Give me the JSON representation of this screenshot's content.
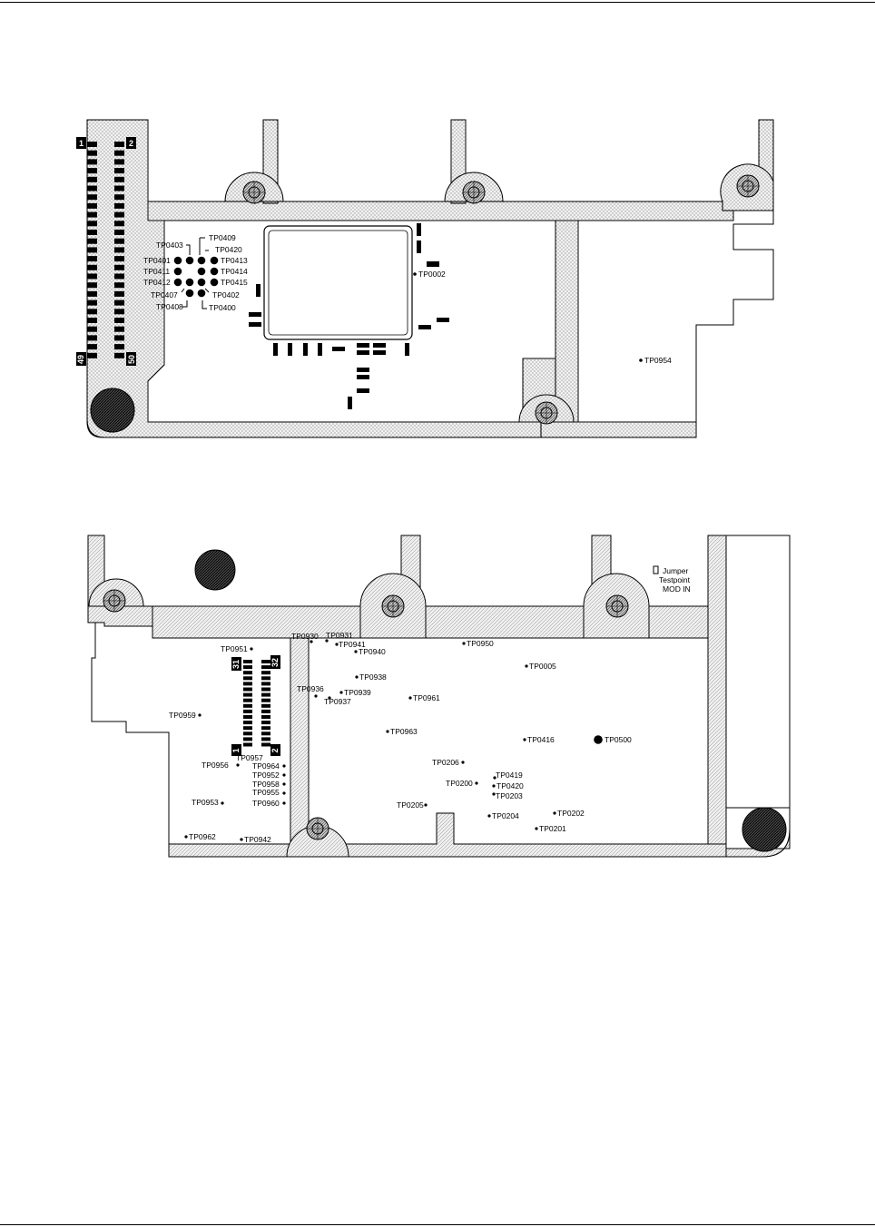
{
  "top_board": {
    "tp_labels": [
      "TP0403",
      "TP0409",
      "TP0420",
      "TP0401",
      "TP0413",
      "TP0411",
      "TP0414",
      "TP0412",
      "TP0415",
      "TP0407",
      "TP0402",
      "TP0408",
      "TP0400",
      "TP0002",
      "TP0954"
    ],
    "pin_labels": [
      "1",
      "2",
      "49",
      "50"
    ]
  },
  "bottom_board": {
    "tp_labels": [
      "TP0930",
      "TP0931",
      "TP0941",
      "TP0940",
      "TP0950",
      "TP0951",
      "TP0005",
      "TP0938",
      "TP0936",
      "TP0939",
      "TP0937",
      "TP0961",
      "TP0959",
      "TP0963",
      "TP0416",
      "TP0500",
      "TP0957",
      "TP0206",
      "TP0956",
      "TP0964",
      "TP0952",
      "TP0958",
      "TP0955",
      "TP0419",
      "TP0200",
      "TP0420",
      "TP0203",
      "TP0953",
      "TP0960",
      "TP0205",
      "TP0202",
      "TP0204",
      "TP0201",
      "TP0962",
      "TP0942"
    ],
    "pin_labels": [
      "31",
      "32",
      "1",
      "2"
    ],
    "legend": {
      "line1": "Jumper",
      "line2": "Testpoint",
      "line3": "MOD IN"
    }
  }
}
